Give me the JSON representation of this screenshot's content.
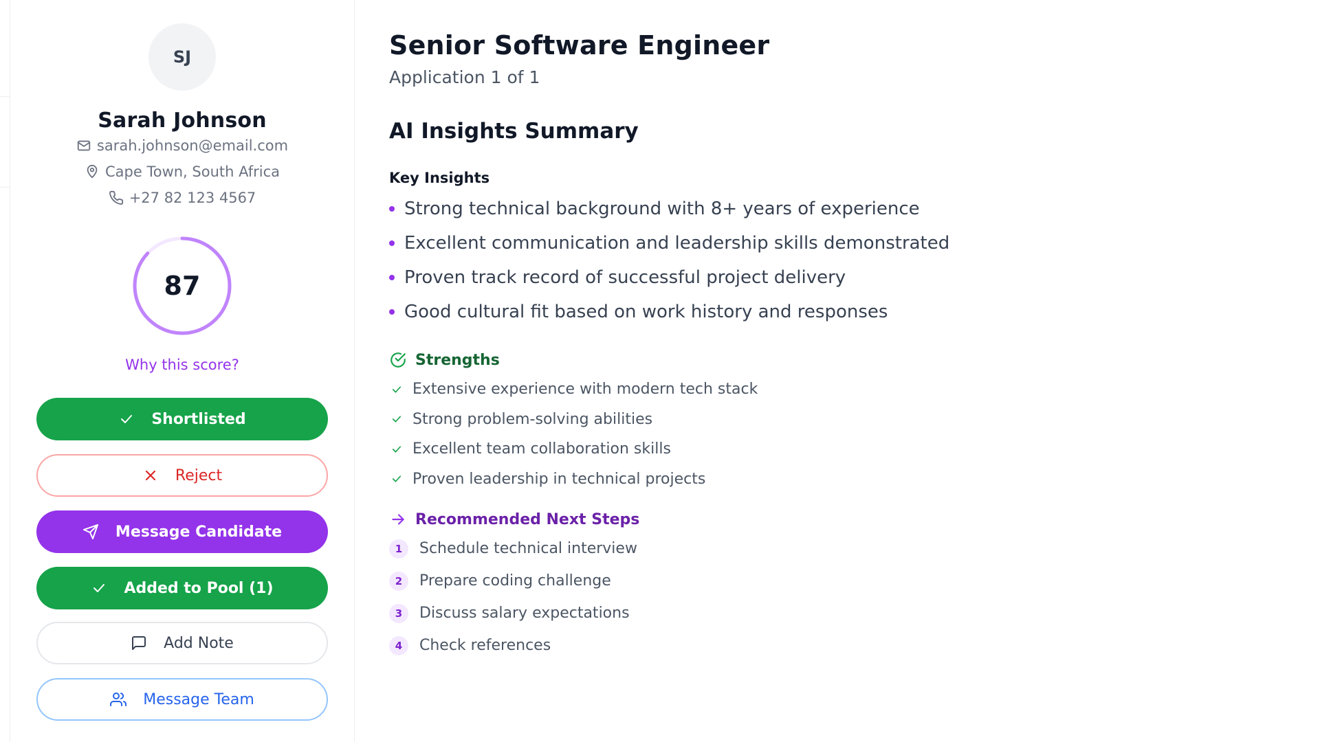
{
  "candidate": {
    "initials": "SJ",
    "name": "Sarah Johnson",
    "email": "sarah.johnson@email.com",
    "location": "Cape Town, South Africa",
    "phone": "+27 82 123 4567",
    "score": "87",
    "score_fraction": 0.87,
    "why_score": "Why this score?"
  },
  "actions": {
    "shortlisted": "Shortlisted",
    "reject": "Reject",
    "message_candidate": "Message Candidate",
    "added_to_pool": "Added to Pool (1)",
    "add_note": "Add Note",
    "message_team": "Message Team"
  },
  "job": {
    "title": "Senior Software Engineer",
    "application_count": "Application 1 of 1"
  },
  "insights": {
    "title": "AI Insights Summary",
    "key_title": "Key Insights",
    "key_items": [
      "Strong technical background with 8+ years of experience",
      "Excellent communication and leadership skills demonstrated",
      "Proven track record of successful project delivery",
      "Good cultural fit based on work history and responses"
    ],
    "strengths_title": "Strengths",
    "strengths": [
      "Extensive experience with modern tech stack",
      "Strong problem-solving abilities",
      "Excellent team collaboration skills",
      "Proven leadership in technical projects"
    ],
    "next_steps_title": "Recommended Next Steps",
    "next_steps": [
      {
        "num": "1",
        "text": "Schedule technical interview"
      },
      {
        "num": "2",
        "text": "Prepare coding challenge"
      },
      {
        "num": "3",
        "text": "Discuss salary expectations"
      },
      {
        "num": "4",
        "text": "Check references"
      }
    ]
  },
  "colors": {
    "accent_purple": "#9333ea",
    "success_green": "#16a34a",
    "danger_red": "#dc2626",
    "info_blue": "#2563eb",
    "score_ring": "#c084fc"
  },
  "icons": [
    "mail-icon",
    "map-pin-icon",
    "phone-icon",
    "check-icon",
    "x-icon",
    "send-icon",
    "message-square-icon",
    "users-icon",
    "check-circle-icon",
    "arrow-right-icon"
  ]
}
